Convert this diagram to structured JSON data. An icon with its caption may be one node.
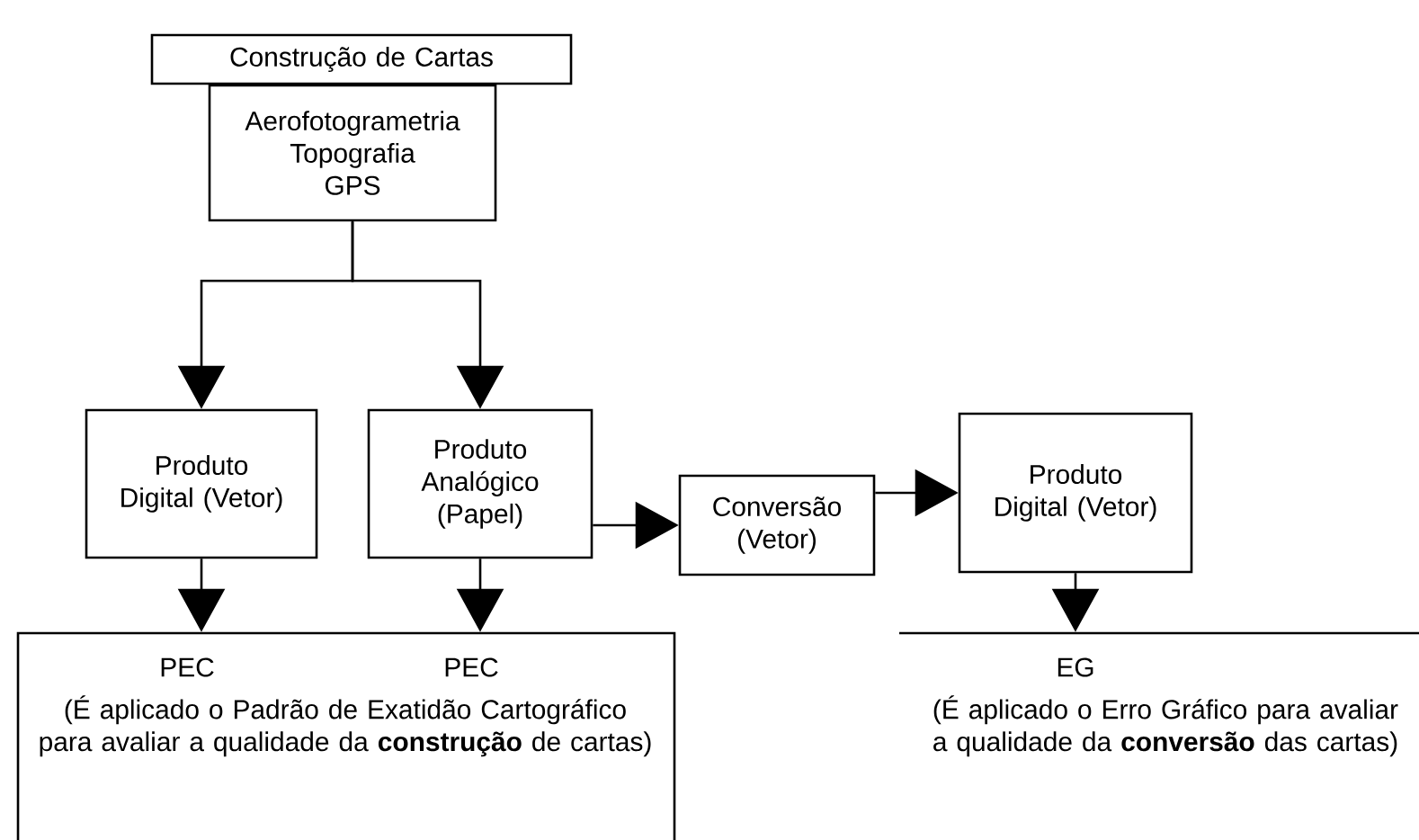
{
  "diagram": {
    "nodes": [
      {
        "text": [
          "Construção de Cartas"
        ]
      },
      {
        "text": [
          "Aerofotogrametria",
          "Topografia",
          "GPS"
        ]
      },
      {
        "text": [
          "Produto Digital (Vetor)"
        ]
      },
      {
        "text": [
          "Produto Analógico (Papel)"
        ]
      },
      {
        "text": [
          "Conversão (Vetor)"
        ]
      },
      {
        "text": [
          "Produto Digital (Vetor)"
        ]
      },
      {
        "text": [
          "PEC",
          "PEC",
          "(É aplicado o Padrão de Exatidão Cartográfico para avaliar a qualidade da **construção** de cartas)"
        ]
      },
      {
        "text": [
          "EG",
          "(É aplicado o Erro Gráfico para avaliar a qualidade da **conversão** das cartas)"
        ]
      }
    ],
    "edges": [
      {
        "from": 1,
        "to": 2,
        "arrow": "to"
      },
      {
        "from": 1,
        "to": 3,
        "arrow": "to"
      },
      {
        "from": 3,
        "to": 4,
        "arrow": "to"
      },
      {
        "from": 4,
        "to": 5,
        "arrow": "to"
      },
      {
        "from": 2,
        "to": 6,
        "arrow": "to"
      },
      {
        "from": 3,
        "to": 6,
        "arrow": "to"
      },
      {
        "from": 5,
        "to": 7,
        "arrow": "to"
      }
    ]
  }
}
